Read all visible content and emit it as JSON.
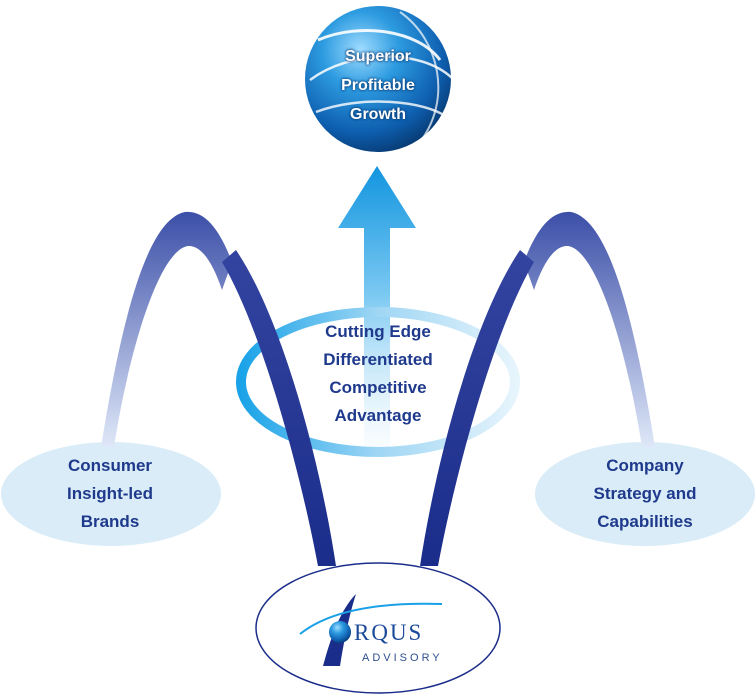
{
  "goal": {
    "line1": "Superior",
    "line2": "Profitable",
    "line3": "Growth"
  },
  "center": {
    "line1": "Cutting Edge",
    "line2": "Differentiated",
    "line3": "Competitive",
    "line4": "Advantage"
  },
  "left_pillar": {
    "line1": "Consumer",
    "line2": "Insight-led",
    "line3": "Brands"
  },
  "right_pillar": {
    "line1": "Company",
    "line2": "Strategy and",
    "line3": "Capabilities"
  },
  "logo": {
    "name": "RQUS",
    "sub": "ADVISORY"
  },
  "colors": {
    "arch": "#2b3f9c",
    "text": "#1f3a8c",
    "globe": "#1a7fd0",
    "ellipse": "#d9ecf8",
    "arrow": "#1aa0e6"
  }
}
